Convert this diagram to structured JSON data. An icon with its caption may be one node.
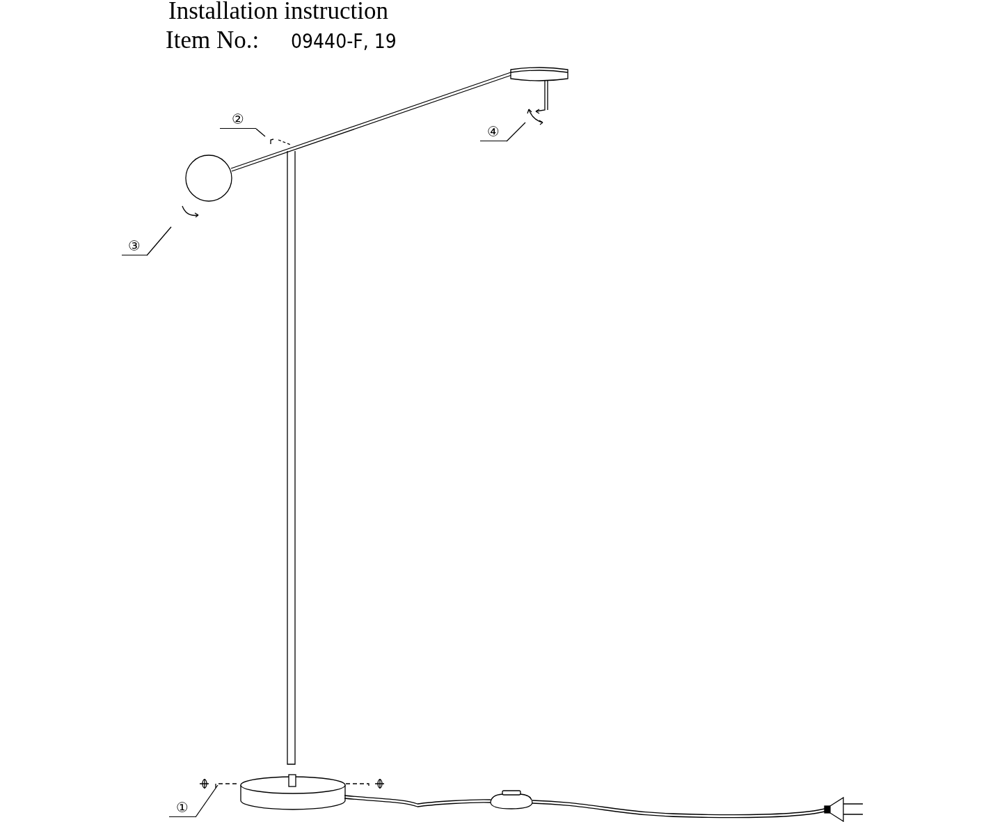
{
  "diagram": {
    "title": "Installation instruction",
    "nodes": [
      {
        "text": [
          "②"
        ]
      },
      {
        "text": [
          "④"
        ]
      },
      {
        "text": [
          "③"
        ]
      },
      {
        "text": [
          "①"
        ]
      }
    ],
    "edges": [
      {
        "from": 0,
        "to": null,
        "arrow": "none"
      },
      {
        "from": 1,
        "to": null,
        "arrow": "none"
      },
      {
        "from": 2,
        "to": null,
        "arrow": "none"
      },
      {
        "from": 3,
        "to": null,
        "arrow": "none"
      }
    ],
    "labels": [
      "Item No.:",
      "09440-F, 19"
    ]
  }
}
